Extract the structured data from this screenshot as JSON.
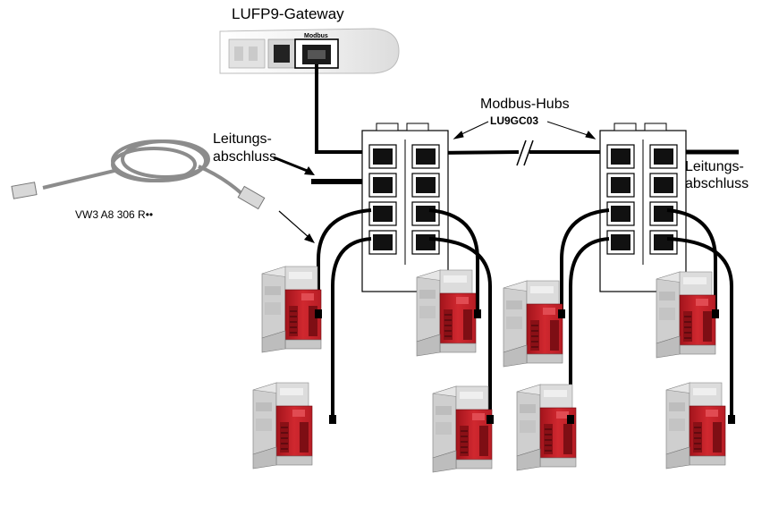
{
  "labels": {
    "gateway": "LUFP9-Gateway",
    "gateway_port": "Modbus",
    "hubs": "Modbus-Hubs",
    "hub_code": "LU9GC03",
    "termination_left_1": "Leitungs-",
    "termination_left_2": "abschluss",
    "termination_right_1": "Leitungs-",
    "termination_right_2": "abschluss",
    "cable_ref": "VW3 A8 306 R••"
  },
  "colors": {
    "module_red": "#c8232c",
    "module_grey": "#d9d9d9",
    "cable": "#000000",
    "patch_cable": "#8c8c8c"
  },
  "icons": [
    "modbus-hub",
    "gateway-module",
    "motor-starter-module",
    "patch-cable",
    "line-terminator",
    "break-mark"
  ]
}
